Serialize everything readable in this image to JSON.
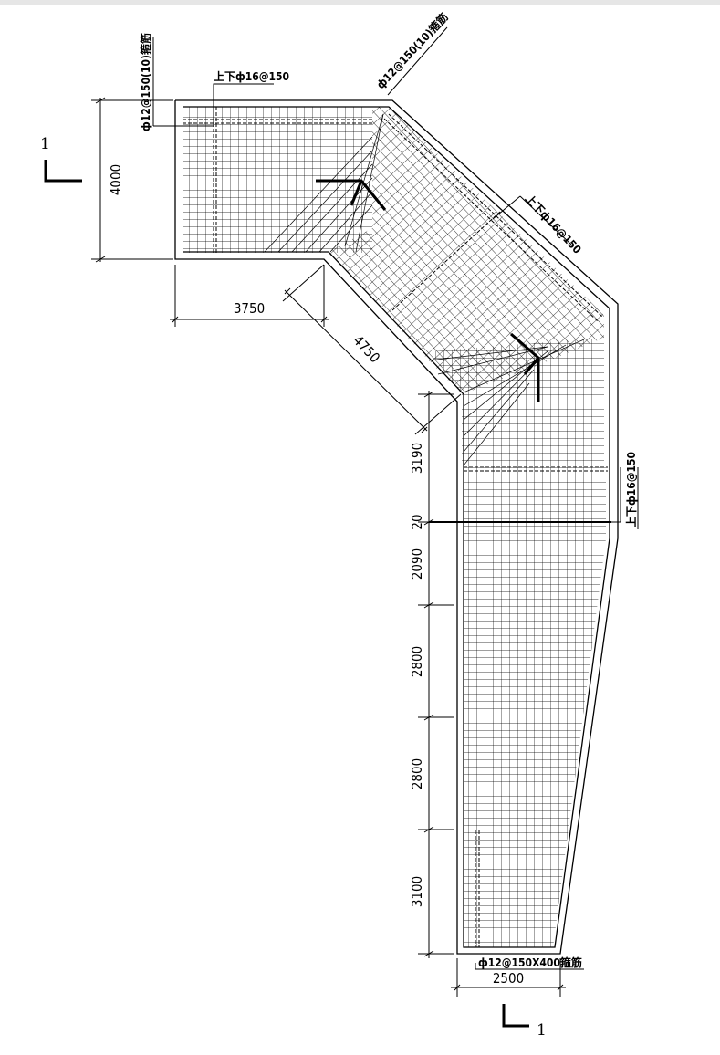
{
  "drawing": {
    "section_mark": "1",
    "dimensions": {
      "top_width": "4000",
      "horizontal": "3750",
      "diagonal": "4750",
      "seg_1": "3190",
      "seg_2": "20",
      "seg_3": "2090",
      "seg_4": "2800",
      "seg_5": "2800",
      "seg_6": "3100",
      "bottom_width": "2500"
    },
    "rebar_labels": {
      "top_left_vertical": "ф12@150(10)箍筋",
      "top_horizontal": "上下ф16@150",
      "diagonal_top": "ф12@150(10)箍筋",
      "diagonal_right": "上下ф16@150",
      "right_vertical": "上下ф16@150",
      "bottom": "ф12@150X400箍筋"
    }
  }
}
